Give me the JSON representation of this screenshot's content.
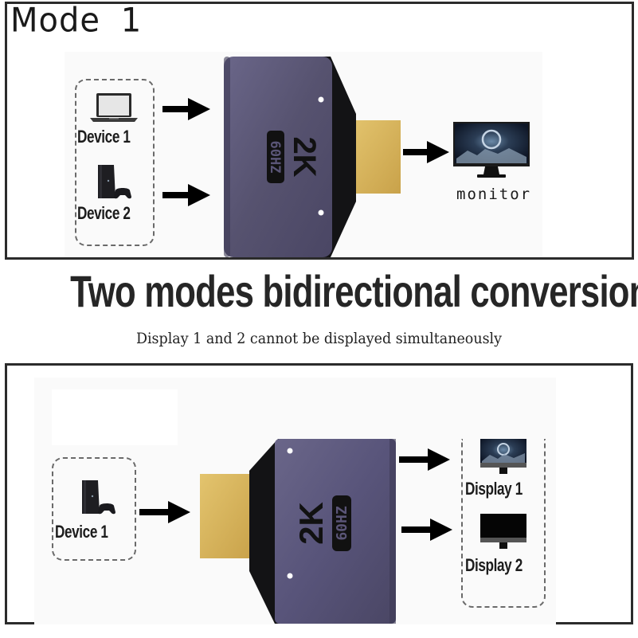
{
  "headline": "Two modes bidirectional conversion",
  "subheadline": "Display 1 and 2 cannot be displayed simultaneously",
  "adapter": {
    "resolution": "2K",
    "refresh_rate": "60HZ",
    "body_color": "#5a5577",
    "connector_color": "#d9b862"
  },
  "mode1": {
    "title": "Mode 1",
    "inputs": [
      {
        "label": "Device 1",
        "icon": "laptop-icon"
      },
      {
        "label": "Device 2",
        "icon": "game-console-icon"
      }
    ],
    "output": {
      "label": "monitor",
      "icon": "monitor-icon"
    }
  },
  "mode2": {
    "input": {
      "label": "Device 1",
      "icon": "game-console-icon"
    },
    "outputs": [
      {
        "label": "Display 1",
        "icon": "monitor-icon"
      },
      {
        "label": "Display 2",
        "icon": "monitor-off-icon"
      }
    ]
  }
}
